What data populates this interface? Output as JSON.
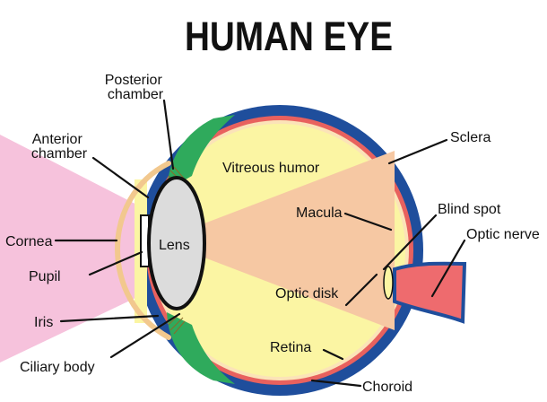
{
  "title": "HUMAN EYE",
  "labels": {
    "posterior_chamber": [
      "Posterior",
      "chamber"
    ],
    "anterior_chamber": [
      "Anterior",
      "chamber"
    ],
    "cornea": "Cornea",
    "pupil": "Pupil",
    "iris": "Iris",
    "ciliary_body": "Ciliary body",
    "vitreous_humor": "Vitreous humor",
    "lens": "Lens",
    "macula": "Macula",
    "optic_disk": "Optic disk",
    "retina": "Retina",
    "choroid": "Choroid",
    "sclera": "Sclera",
    "blind_spot": "Blind spot",
    "optic_nerve": "Optic nerve"
  },
  "colors": {
    "sclera": "#1f4e9c",
    "choroid": "#e8615e",
    "vitreous": "#fbf5a3",
    "ciliary": "#2faa5c",
    "light_beam": "#f6c2dc",
    "focus_beam": "#f6c8a3",
    "cornea": "#f2c88e",
    "lens": "#dcdcdc",
    "optic_nerve": "#ee6b6e"
  }
}
